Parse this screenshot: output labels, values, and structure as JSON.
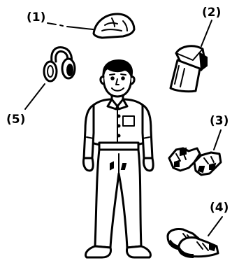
{
  "labels": {
    "hard_hat": "(1)",
    "face_shield": "(2)",
    "gloves": "(3)",
    "safety_boots": "(4)",
    "ear_muffs": "(5)"
  },
  "icons": [
    "hard-hat-icon",
    "face-shield-icon",
    "gloves-icon",
    "safety-boots-icon",
    "ear-muffs-icon",
    "worker-figure"
  ]
}
